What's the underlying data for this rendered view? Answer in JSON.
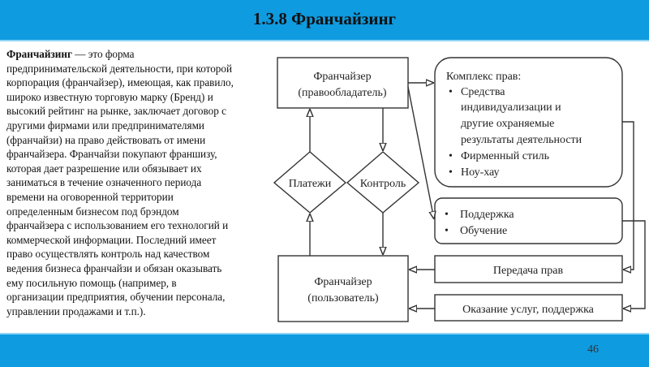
{
  "slide": {
    "title": "1.3.8 Франчайзинг",
    "page_number": "46"
  },
  "definition": {
    "term": "Франчайзинг",
    "first_line_rest": " — это форма",
    "lines": [
      "предпринимательской деятельности, при которой",
      "корпорация (франчайзер), имеющая, как правило,",
      "широко известную торговую марку (Бренд) и",
      "высокий рейтинг на рынке, заключает договор с",
      "другими фирмами или предпринимателями",
      "(франчайзи) на право действовать от имени",
      "франчайзера. Франчайзи покупают франшизу,",
      "которая дает разрешение или обязывает их",
      "заниматься в течение означенного периода",
      "времени на оговоренной территории",
      "определенным бизнесом под брэндом",
      "франчайзера с использованием его технологий и",
      "коммерческой информации. Последний имеет",
      "право осуществлять контроль над качеством",
      "ведения бизнеса франчайзи и обязан оказывать",
      "ему посильную помощь (например, в",
      "организации предприятия, обучении персонала,",
      "управлении продажами и т.п.)."
    ]
  },
  "diagram": {
    "franchisor": [
      "Франчайзер",
      "(правообладатель)"
    ],
    "franchisee": [
      "Франчайзер",
      "(пользователь)"
    ],
    "payments": "Платежи",
    "control": "Контроль",
    "rights_complex": {
      "heading": "Комплекс прав:",
      "bullet": "•",
      "items": [
        [
          "Средства",
          "индивидуализации и",
          "другие охраняемые",
          "результаты деятельности"
        ],
        [
          "Фирменный стиль"
        ],
        [
          "Ноу-хау"
        ]
      ]
    },
    "support": [
      "Поддержка",
      "Обучение"
    ],
    "rights_transfer": "Передача прав",
    "services": "Оказание услуг, поддержка"
  }
}
